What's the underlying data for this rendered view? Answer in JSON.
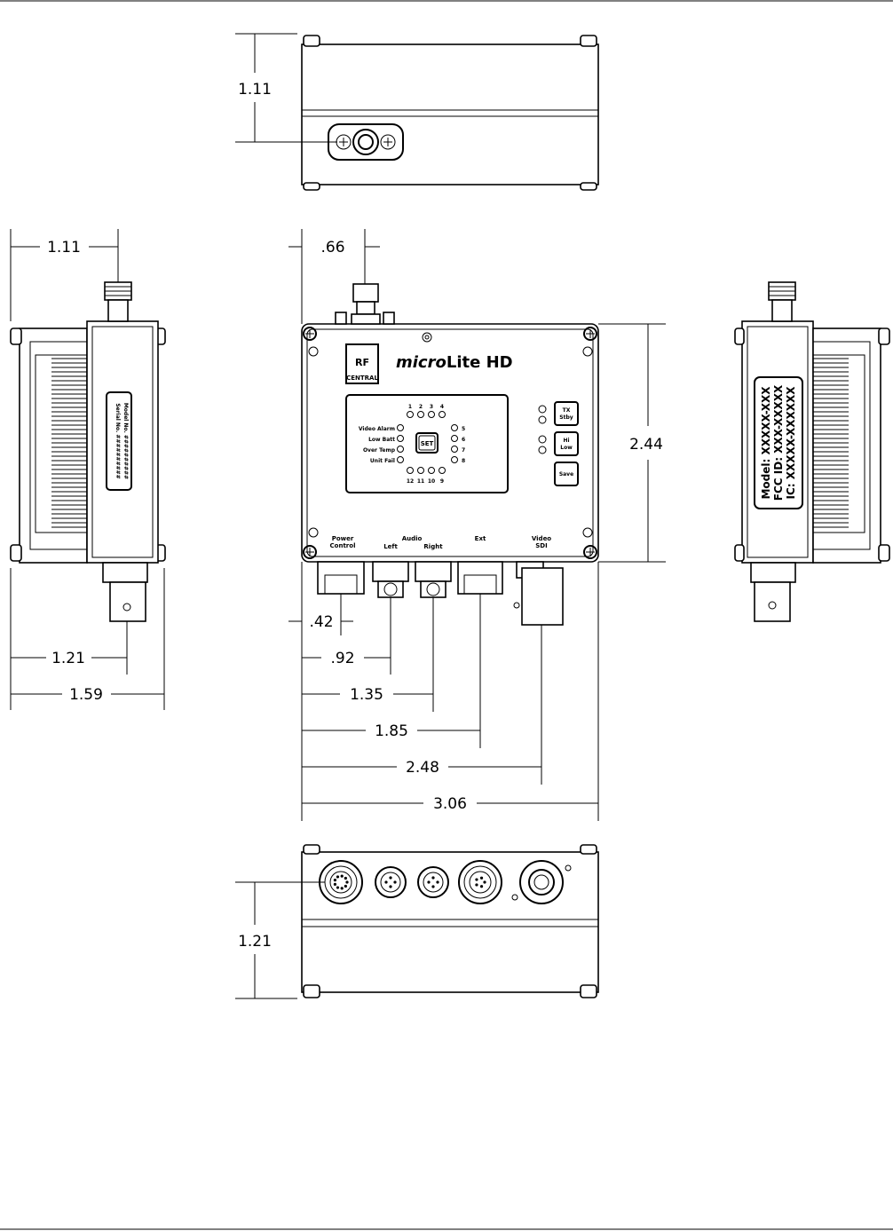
{
  "dimensions": {
    "top_view_height": "1.11",
    "left_view_connector_offset": "1.11",
    "front_connector_offset": ".66",
    "front_height": "2.44",
    "power_offset": ".42",
    "audio_left_offset": ".92",
    "audio_right_offset": "1.35",
    "ext_offset": "1.85",
    "video_offset": "2.48",
    "front_width": "3.06",
    "left_view_bnc_offset": "1.21",
    "left_view_depth": "1.59",
    "bottom_view_height": "1.21"
  },
  "panel": {
    "brand_top": "RF",
    "brand_bottom": "CENTRAL",
    "product_prefix": "micro",
    "product_suffix": "Lite HD",
    "set_button": "SET",
    "alarm_labels": [
      "Video Alarm",
      "Low Batt",
      "Over Temp",
      "Unit Fail"
    ],
    "top_numbers": [
      "1",
      "2",
      "3",
      "4"
    ],
    "right_numbers": [
      "5",
      "6",
      "7",
      "8"
    ],
    "bottom_numbers": [
      "12",
      "11",
      "10",
      "9"
    ],
    "buttons": [
      {
        "line1": "TX",
        "line2": "Stby"
      },
      {
        "line1": "Hi",
        "line2": "Low"
      },
      {
        "line1": "Save",
        "line2": ""
      }
    ],
    "connector_labels": {
      "power_line1": "Power",
      "power_line2": "Control",
      "audio": "Audio",
      "left": "Left",
      "right": "Right",
      "ext": "Ext",
      "video_line1": "Video",
      "video_line2": "SDI"
    }
  },
  "left_label": {
    "line1": "Model No. ##########",
    "line2": "Serial No. ##########"
  },
  "right_label": {
    "model": "Model: XXXXX-XXX",
    "fcc": "FCC ID: XXX-XXXXX",
    "ic": "IC: XXXXX-XXXXXX"
  }
}
